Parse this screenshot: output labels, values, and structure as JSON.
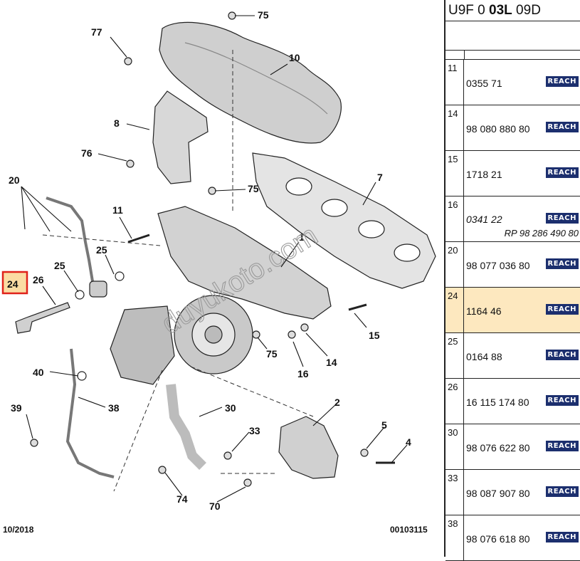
{
  "diagram": {
    "callouts": {
      "c75a": "75",
      "c77": "77",
      "c10": "10",
      "c8": "8",
      "c76": "76",
      "c7": "7",
      "c75b": "75",
      "c20": "20",
      "c11": "11",
      "c1": "1",
      "c25a": "25",
      "c25b": "25",
      "c24": "24",
      "c26": "26",
      "c75c": "75",
      "c15": "15",
      "c14": "14",
      "c16": "16",
      "c40": "40",
      "c39": "39",
      "c38": "38",
      "c30": "30",
      "c2": "2",
      "c33": "33",
      "c5": "5",
      "c4": "4",
      "c74": "74",
      "c70": "70"
    },
    "footer_left": "10/2018",
    "footer_right": "00103115",
    "watermark": "duyukoto.com"
  },
  "panel": {
    "title_prefix": "U9F 0 ",
    "title_bold": "03L",
    "title_suffix": " 09D",
    "rows": [
      {
        "num": "11",
        "ref": "0355 71",
        "badge": "REACH"
      },
      {
        "num": "14",
        "ref": "98 080 880 80",
        "badge": "REACH"
      },
      {
        "num": "15",
        "ref": "1718 21",
        "badge": "REACH"
      },
      {
        "num": "16",
        "ref": "0341 22",
        "sub": "RP 98 286 490 80",
        "badge": "REACH"
      },
      {
        "num": "20",
        "ref": "98 077 036 80",
        "badge": "REACH"
      },
      {
        "num": "24",
        "ref": "1164 46",
        "badge": "REACH",
        "highlight": true
      },
      {
        "num": "25",
        "ref": "0164 88",
        "badge": "REACH"
      },
      {
        "num": "26",
        "ref": "16 115 174 80",
        "badge": "REACH"
      },
      {
        "num": "30",
        "ref": "98 076 622 80",
        "badge": "REACH"
      },
      {
        "num": "33",
        "ref": "98 087 907 80",
        "badge": "REACH"
      },
      {
        "num": "38",
        "ref": "98 076 618 80",
        "badge": "REACH"
      }
    ],
    "colors": {
      "highlight": "#fde8bf",
      "badge": "#1c2f6e",
      "callout_box": "#e0221b"
    }
  }
}
